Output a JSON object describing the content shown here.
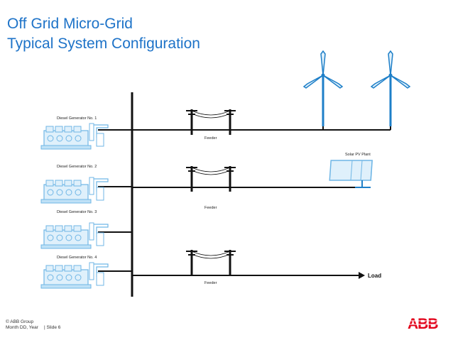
{
  "slide": {
    "title": "Off Grid Micro-Grid",
    "subtitle": "Typical System Configuration",
    "footer_company": "© ABB Group",
    "footer_date": "Month DD, Year",
    "footer_slide": "| Slide 6",
    "logo_text": "ABB"
  },
  "diagram": {
    "generators": [
      {
        "label": "Diesel Generator No. 1"
      },
      {
        "label": "Diesel Generator No. 2"
      },
      {
        "label": "Diesel Generator No. 3"
      },
      {
        "label": "Diesel Generator No. 4"
      }
    ],
    "feeders": [
      {
        "label": "Feeder"
      },
      {
        "label": "Feeder"
      },
      {
        "label": "Feeder"
      }
    ],
    "solar_label": "Solar PV Plant",
    "load_label": "Load"
  },
  "colors": {
    "title_blue": "#1e73c8",
    "equipment_blue": "#6fb6e6",
    "abb_red": "#e2001a"
  }
}
